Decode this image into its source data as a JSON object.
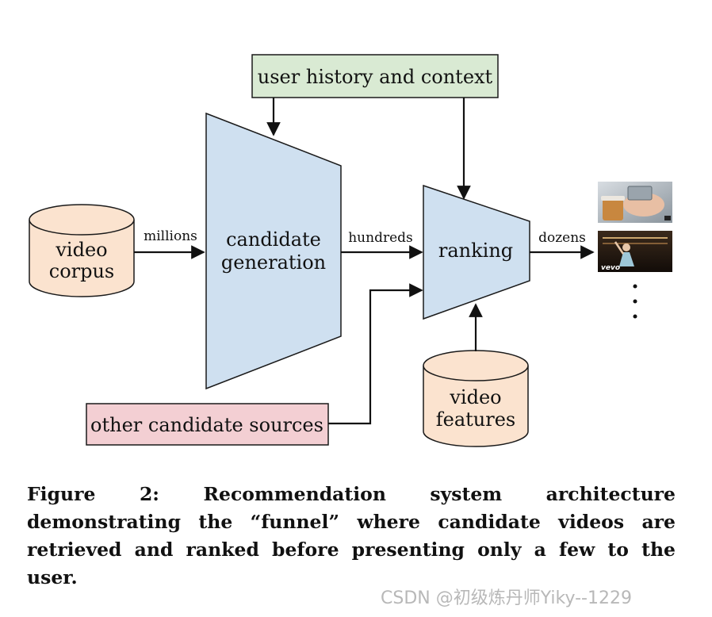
{
  "nodes": {
    "user_history": "user history and context",
    "video_corpus": [
      "video",
      "corpus"
    ],
    "candidate_generation": [
      "candidate",
      "generation"
    ],
    "ranking": "ranking",
    "other_sources": "other candidate sources",
    "video_features": [
      "video",
      "features"
    ]
  },
  "edges": {
    "millions": "millions",
    "hundreds": "hundreds",
    "dozens": "dozens"
  },
  "thumbnail_watermark": "vevo",
  "colors": {
    "funnel_fill": "#cfe0f0",
    "cylinder_fill": "#fbe3cf",
    "user_box_fill": "#d9ead3",
    "other_box_fill": "#f3cfd3",
    "stroke": "#1a1a1a"
  },
  "caption": "Figure 2:  Recommendation system architecture demonstrating the “funnel” where candidate videos are retrieved and ranked before presenting only a few to the user.",
  "watermark": "CSDN @初级炼丹师Yiky--1229"
}
